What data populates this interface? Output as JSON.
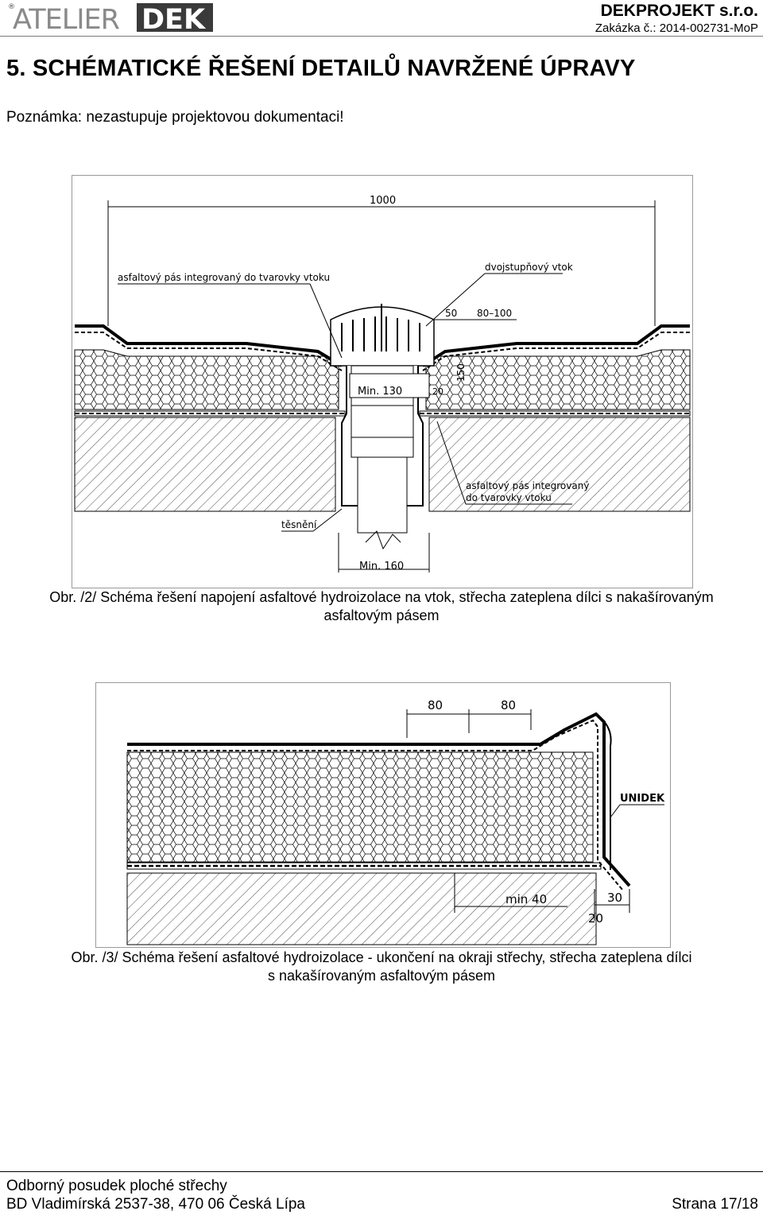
{
  "header": {
    "logo_text_atelier": "ATELIER",
    "logo_text_dek": "DEK",
    "company": "DEKPROJEKT s.r.o.",
    "order": "Zakázka č.: 2014-002731-MoP"
  },
  "section": {
    "title": "5.   SCHÉMATICKÉ ŘEŠENÍ DETAILŮ NAVRŽENÉ ÚPRAVY",
    "note": "Poznámka: nezastupuje projektovou dokumentaci!"
  },
  "figure2": {
    "dim_1000": "1000",
    "label_integrated": "asfaltový pás integrovaný do tvarovky vtoku",
    "label_drain": "dvojstupňový vtok",
    "dim_50": "50",
    "dim_80_100": "80–100",
    "dim_150": "150",
    "dim_min130": "Min. 130",
    "dim_20": "20",
    "label_integrated2_line1": "asfaltový pás integrovaný",
    "label_integrated2_line2": "do tvarovky vtoku",
    "label_seal": "těsnění",
    "dim_min160": "Min. 160",
    "caption_line1": "Obr. /2/ Schéma řešení napojení asfaltové hydroizolace na vtok, střecha zateplena dílci s nakašírovaným",
    "caption_line2": "asfaltovým pásem"
  },
  "figure3": {
    "dim_80a": "80",
    "dim_80b": "80",
    "label_unidek": "UNIDEK",
    "dim_min40": "min  40",
    "dim_30": "30",
    "dim_20": "20",
    "caption_line1": "Obr. /3/ Schéma řešení asfaltové hydroizolace - ukončení na okraji střechy, střecha zateplena dílci",
    "caption_line2": "s nakašírovaným asfaltovým pásem"
  },
  "footer": {
    "line1": "Odborný posudek ploché střechy",
    "line2": "BD Vladimírská 2537-38, 470 06 Česká Lípa",
    "page": "Strana 17/18"
  }
}
